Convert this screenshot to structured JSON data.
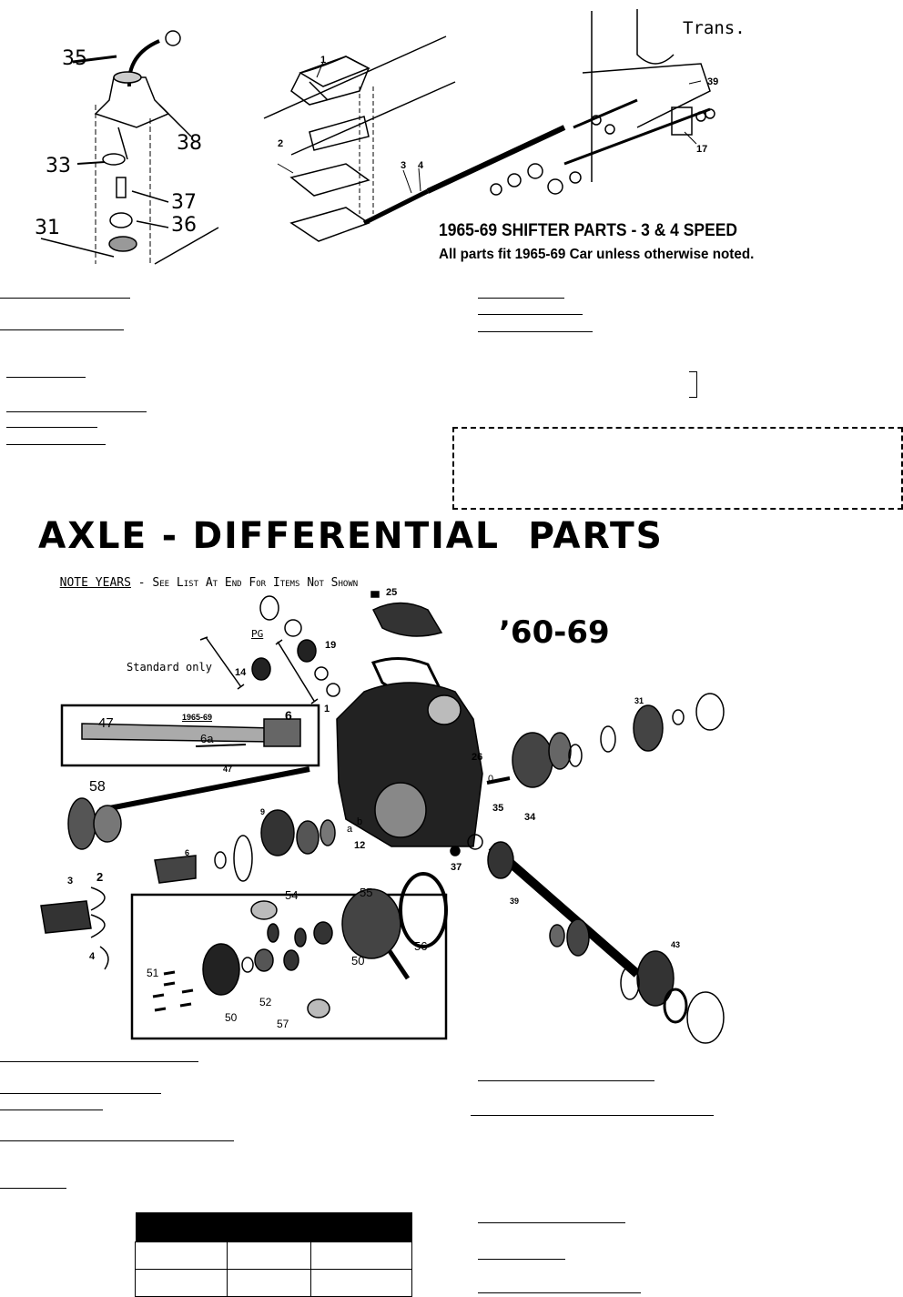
{
  "shifter": {
    "trans_label": "Trans.",
    "title": "1965-69 SHIFTER PARTS - 3 & 4 SPEED",
    "subtitle": "All parts fit 1965-69 Car unless otherwise noted.",
    "left_callouts": [
      "35",
      "38",
      "33",
      "37",
      "31",
      "36"
    ],
    "right_callouts": [
      "1",
      "2",
      "3",
      "4",
      "39",
      "17"
    ]
  },
  "axle": {
    "title": "AXLE - DIFFERENTIAL  PARTS",
    "note_underlined": "NOTE YEARS",
    "note_rest": " - See List At End For Items Not Shown",
    "years": "’60-69",
    "standard_only": "Standard only",
    "pg_label": "PG",
    "inset_year": "1965-69",
    "callouts": [
      "25",
      "19",
      "14",
      "1",
      "47",
      "6",
      "6a",
      "47",
      "58",
      "9",
      "26",
      "0",
      "35",
      "34",
      "31",
      "2",
      "3",
      "4",
      "6",
      "a",
      "b",
      "12",
      "37",
      "54",
      "55",
      "50",
      "56",
      "39",
      "43",
      "51",
      "52",
      "50",
      "57"
    ]
  }
}
